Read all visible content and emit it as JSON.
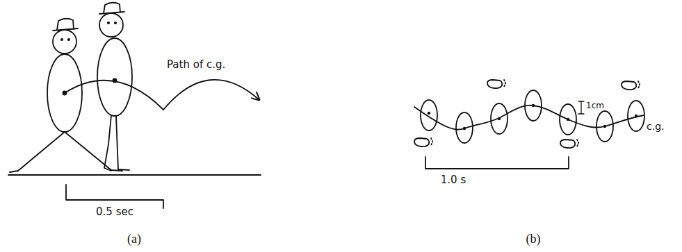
{
  "diagram": {
    "labels": [
      "Path of c.g.",
      "0.5 sec",
      "(a)",
      "1cm",
      "c.g.",
      "1.0 s",
      "(b)"
    ]
  }
}
